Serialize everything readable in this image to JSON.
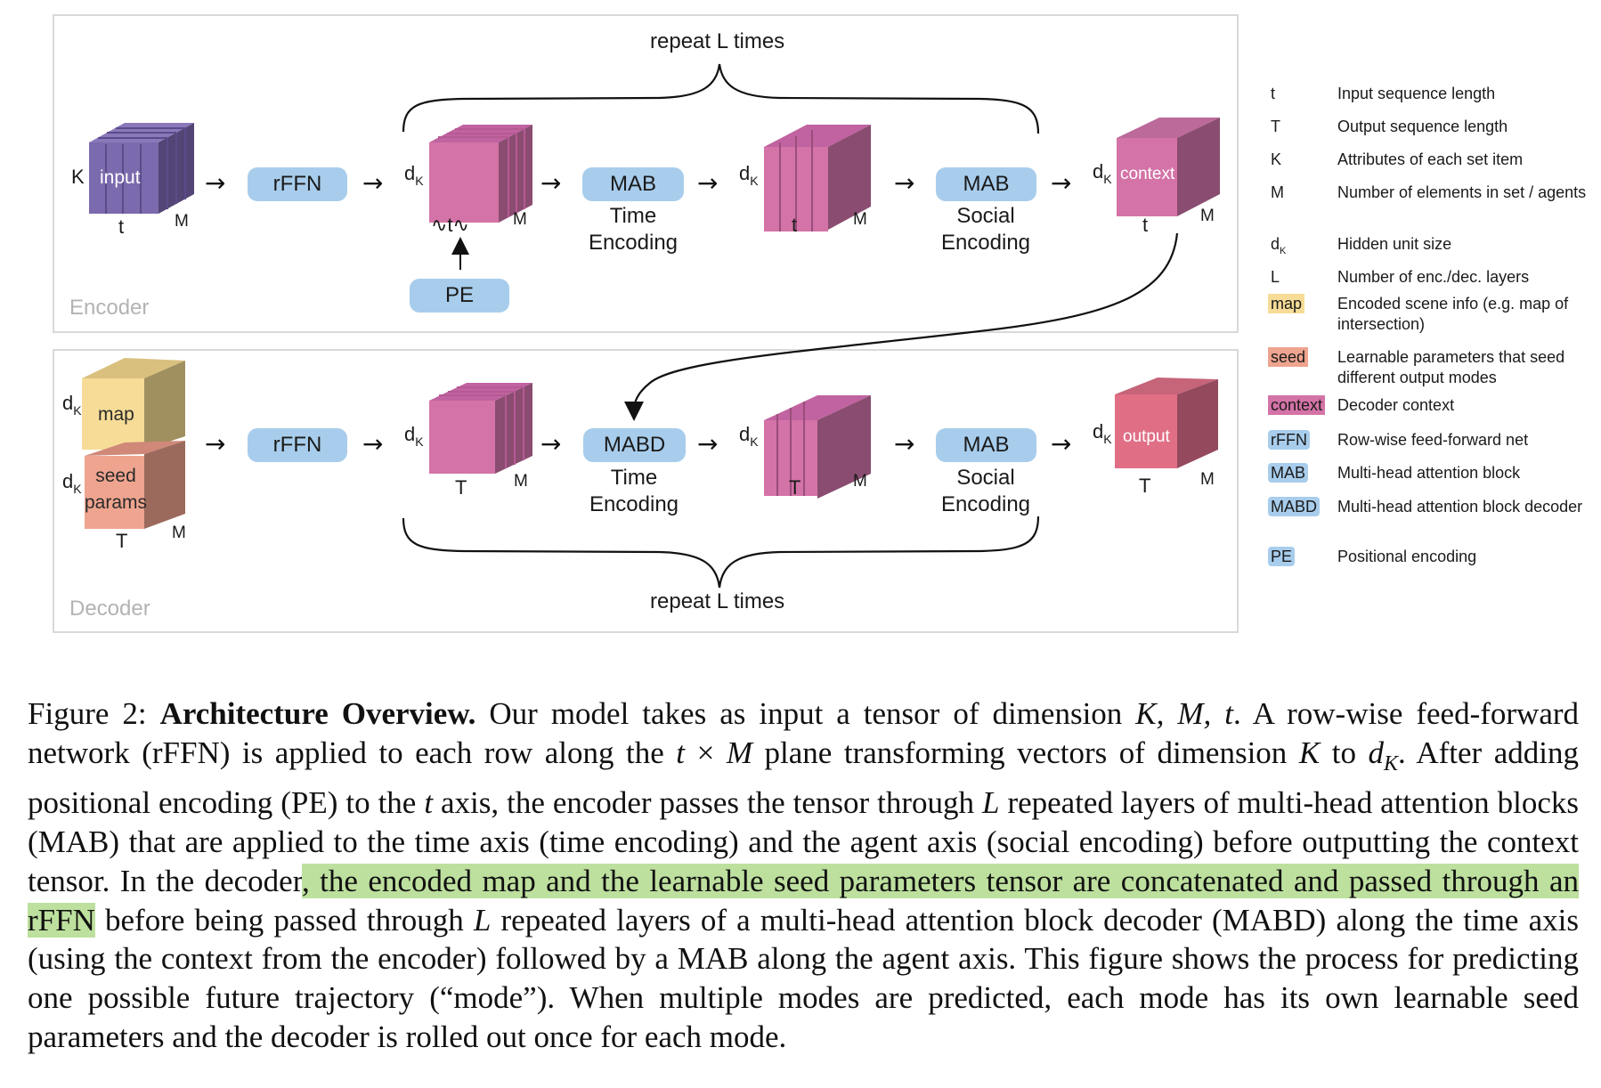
{
  "figure": {
    "encoder": {
      "panel_label": "Encoder",
      "repeat_label": "repeat L times",
      "input_cube": {
        "label": "input",
        "dim_left": "K",
        "dim_bottom": "t",
        "dim_right": "M"
      },
      "rffn_label": "rFFN",
      "pe_label": "PE",
      "tensor1": {
        "dim_left": "d",
        "dim_left_sub": "K",
        "dim_bottom": "∿t∿",
        "dim_right": "M"
      },
      "mab1": {
        "label": "MAB",
        "caption_line1": "Time",
        "caption_line2": "Encoding"
      },
      "tensor2": {
        "dim_left": "d",
        "dim_left_sub": "K",
        "dim_bottom": "t",
        "dim_right": "M"
      },
      "mab2": {
        "label": "MAB",
        "caption_line1": "Social",
        "caption_line2": "Encoding"
      },
      "context_cube": {
        "label": "context",
        "dim_left": "d",
        "dim_left_sub": "K",
        "dim_bottom": "t",
        "dim_right": "M"
      }
    },
    "decoder": {
      "panel_label": "Decoder",
      "repeat_label": "repeat L times",
      "map_cube": {
        "label": "map",
        "dim_left": "d",
        "dim_left_sub": "K"
      },
      "seed_cube": {
        "label_line1": "seed",
        "label_line2": "params",
        "dim_left": "d",
        "dim_left_sub": "K",
        "dim_bottom": "T",
        "dim_right": "M"
      },
      "rffn_label": "rFFN",
      "tensor1": {
        "dim_left": "d",
        "dim_left_sub": "K",
        "dim_bottom": "T",
        "dim_right": "M"
      },
      "mabd": {
        "label": "MABD",
        "caption_line1": "Time",
        "caption_line2": "Encoding"
      },
      "tensor2": {
        "dim_left": "d",
        "dim_left_sub": "K",
        "dim_bottom": "T",
        "dim_right": "M"
      },
      "mab": {
        "label": "MAB",
        "caption_line1": "Social",
        "caption_line2": "Encoding"
      },
      "output_cube": {
        "label": "output",
        "dim_left": "d",
        "dim_left_sub": "K",
        "dim_bottom": "T",
        "dim_right": "M"
      }
    },
    "arrow_glyph": "→",
    "legend": [
      {
        "symbol": "t",
        "description": "Input sequence length",
        "chip": ""
      },
      {
        "symbol": "T",
        "description": "Output sequence length",
        "chip": ""
      },
      {
        "symbol": "K",
        "description": "Attributes of each set item",
        "chip": ""
      },
      {
        "symbol": "M",
        "description": "Number of elements in set / agents",
        "chip": ""
      },
      {
        "symbol": "dK",
        "description": "Hidden unit size",
        "chip": ""
      },
      {
        "symbol": "L",
        "description": "Number of enc./dec. layers",
        "chip": ""
      },
      {
        "symbol": "map",
        "description": "Encoded scene info (e.g. map of intersection)",
        "chip": "map"
      },
      {
        "symbol": "seed",
        "description": "Learnable parameters that seed different output modes",
        "chip": "seed"
      },
      {
        "symbol": "context",
        "description": "Decoder context",
        "chip": "context"
      },
      {
        "symbol": "rFFN",
        "description": "Row-wise feed-forward net",
        "chip": "blue"
      },
      {
        "symbol": "MAB",
        "description": "Multi-head attention block",
        "chip": "blue"
      },
      {
        "symbol": "MABD",
        "description": "Multi-head attention block decoder",
        "chip": "blue"
      },
      {
        "symbol": "PE",
        "description": "Positional encoding",
        "chip": "blue"
      }
    ],
    "colors": {
      "block_blue": "#a8cdec",
      "input_purple": "#7c6aae",
      "tensor_pink": "#d473a7",
      "output_red": "#e06f86",
      "map_yellow": "#f6dc96",
      "seed_salmon": "#eea48f",
      "highlight_green": "#bde09e"
    }
  },
  "caption": {
    "figure_number": "Figure 2:",
    "title": "Architecture Overview.",
    "segments": [
      {
        "text": " Our model takes as input a tensor of dimension ",
        "style": "normal"
      },
      {
        "text": "K, M, t",
        "style": "italic"
      },
      {
        "text": ".  A row-wise feed-forward network (rFFN) is applied to each row along the ",
        "style": "normal"
      },
      {
        "text": "t",
        "style": "italic"
      },
      {
        "text": " × ",
        "style": "normal"
      },
      {
        "text": "M",
        "style": "italic"
      },
      {
        "text": " plane transforming vectors of dimension ",
        "style": "normal"
      },
      {
        "text": "K",
        "style": "italic"
      },
      {
        "text": " to ",
        "style": "normal"
      },
      {
        "text": "d",
        "style": "italic"
      },
      {
        "text": "K",
        "style": "italic-sub"
      },
      {
        "text": ". After adding positional encoding (PE) to the ",
        "style": "normal"
      },
      {
        "text": "t",
        "style": "italic"
      },
      {
        "text": " axis, the encoder passes the tensor through ",
        "style": "normal"
      },
      {
        "text": "L",
        "style": "italic"
      },
      {
        "text": " repeated layers of multi-head attention blocks (MAB) that are applied to the time axis (time encoding) and the agent axis (social encoding) before outputting the context tensor. In the decoder",
        "style": "normal"
      },
      {
        "text": ", the encoded map and the learnable seed parameters tensor are concatenated and passed through an rFFN",
        "style": "highlight"
      },
      {
        "text": " before being passed through ",
        "style": "normal"
      },
      {
        "text": "L",
        "style": "italic"
      },
      {
        "text": " repeated layers of a multi-head attention block decoder (MABD) along the time axis (using the context from the encoder) followed by a MAB along the agent axis.  This figure shows the process for predicting one possible future trajectory (“mode”). When multiple modes are predicted, each mode has its own learnable seed parameters and the decoder is rolled out once for each mode.",
        "style": "normal"
      }
    ]
  }
}
